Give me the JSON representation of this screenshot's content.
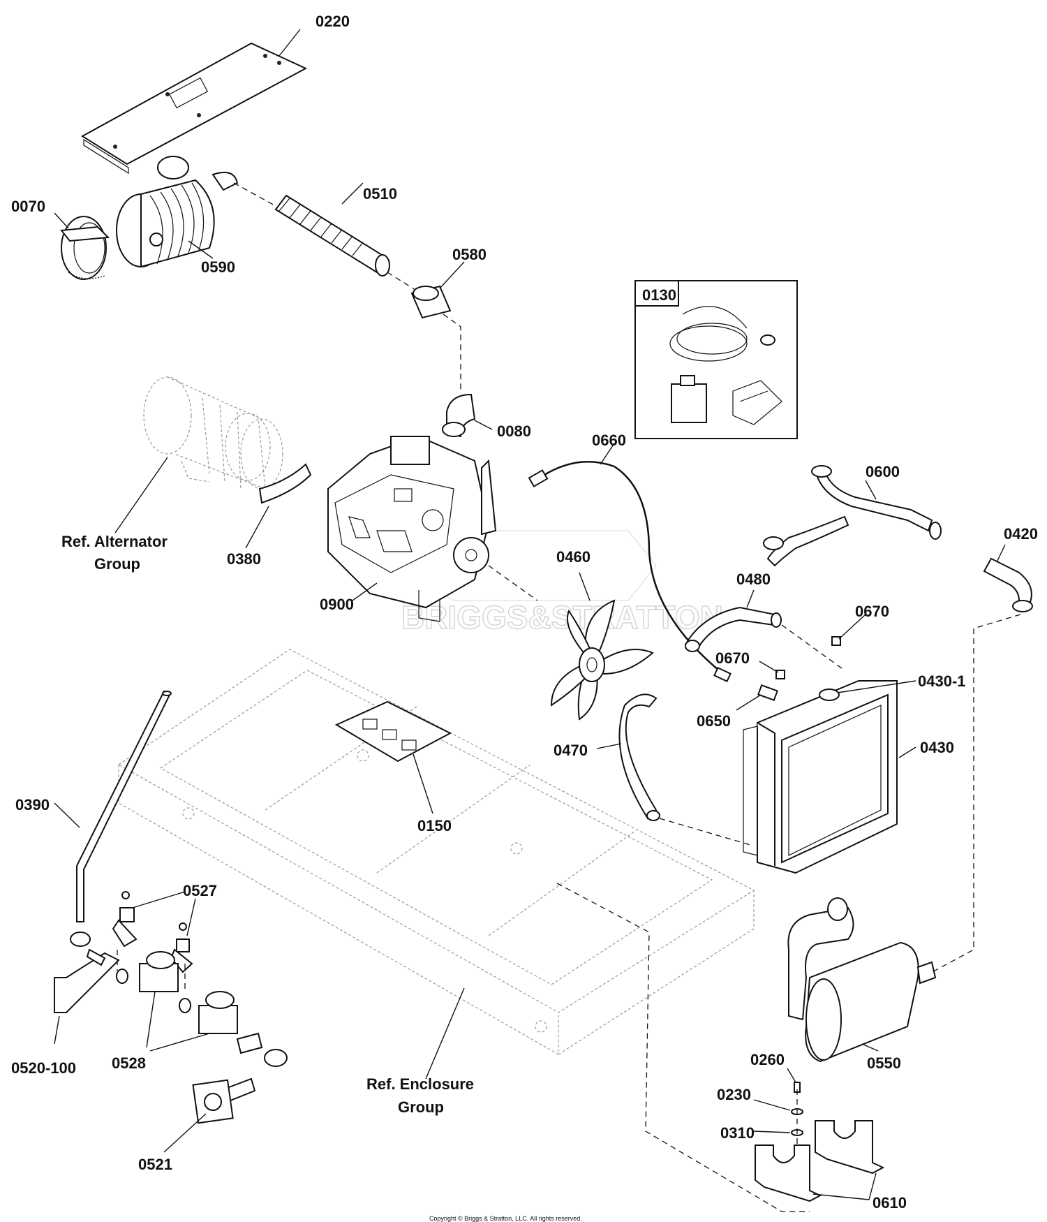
{
  "labels": {
    "p0220": "0220",
    "p0070": "0070",
    "p0590": "0590",
    "p0510": "0510",
    "p0580": "0580",
    "p0130": "0130",
    "p0080": "0080",
    "p0660": "0660",
    "p0600": "0600",
    "p0420": "0420",
    "ref_alternator_1": "Ref. Alternator",
    "ref_alternator_2": "Group",
    "p0380": "0380",
    "p0460": "0460",
    "p0480": "0480",
    "p0670a": "0670",
    "p0670b": "0670",
    "p0900": "0900",
    "p0430_1": "0430-1",
    "p0650": "0650",
    "p0430": "0430",
    "p0470": "0470",
    "p0150": "0150",
    "p0390": "0390",
    "p0527": "0527",
    "p0520_100": "0520-100",
    "p0528": "0528",
    "ref_enclosure_1": "Ref. Enclosure",
    "ref_enclosure_2": "Group",
    "p0550": "0550",
    "p0260": "0260",
    "p0230": "0230",
    "p0310": "0310",
    "p0521": "0521",
    "p0610": "0610"
  },
  "watermark": "BRIGGS&STRATTON",
  "copyright": "Copyright © Briggs & Stratton, LLC. All rights reserved."
}
